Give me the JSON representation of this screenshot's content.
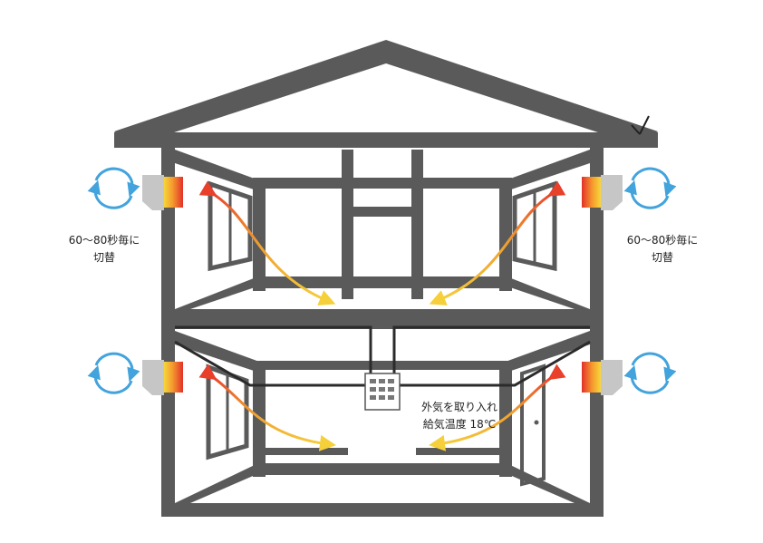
{
  "colors": {
    "wall": "#5a5a5a",
    "duct": "#2b2b2b",
    "vent_box": "#c6c6c6",
    "cycle": "#43a3dc",
    "arrow_hot": "#e8402a",
    "arrow_warm": "#f0a030",
    "arrow_cool": "#f5d03a"
  },
  "labels": {
    "switch_left_1": "60～80秒毎に",
    "switch_left_2": "切替",
    "switch_right_1": "60～80秒毎に",
    "switch_right_2": "切替",
    "intake_1": "外気を取り入れ",
    "intake_2": "給気温度 18℃"
  },
  "icons": {
    "cycle": "cycle-arrows-icon",
    "vent": "heat-exchanger-vent-icon",
    "controller": "control-panel-icon",
    "airflow": "airflow-arrow-icon"
  }
}
